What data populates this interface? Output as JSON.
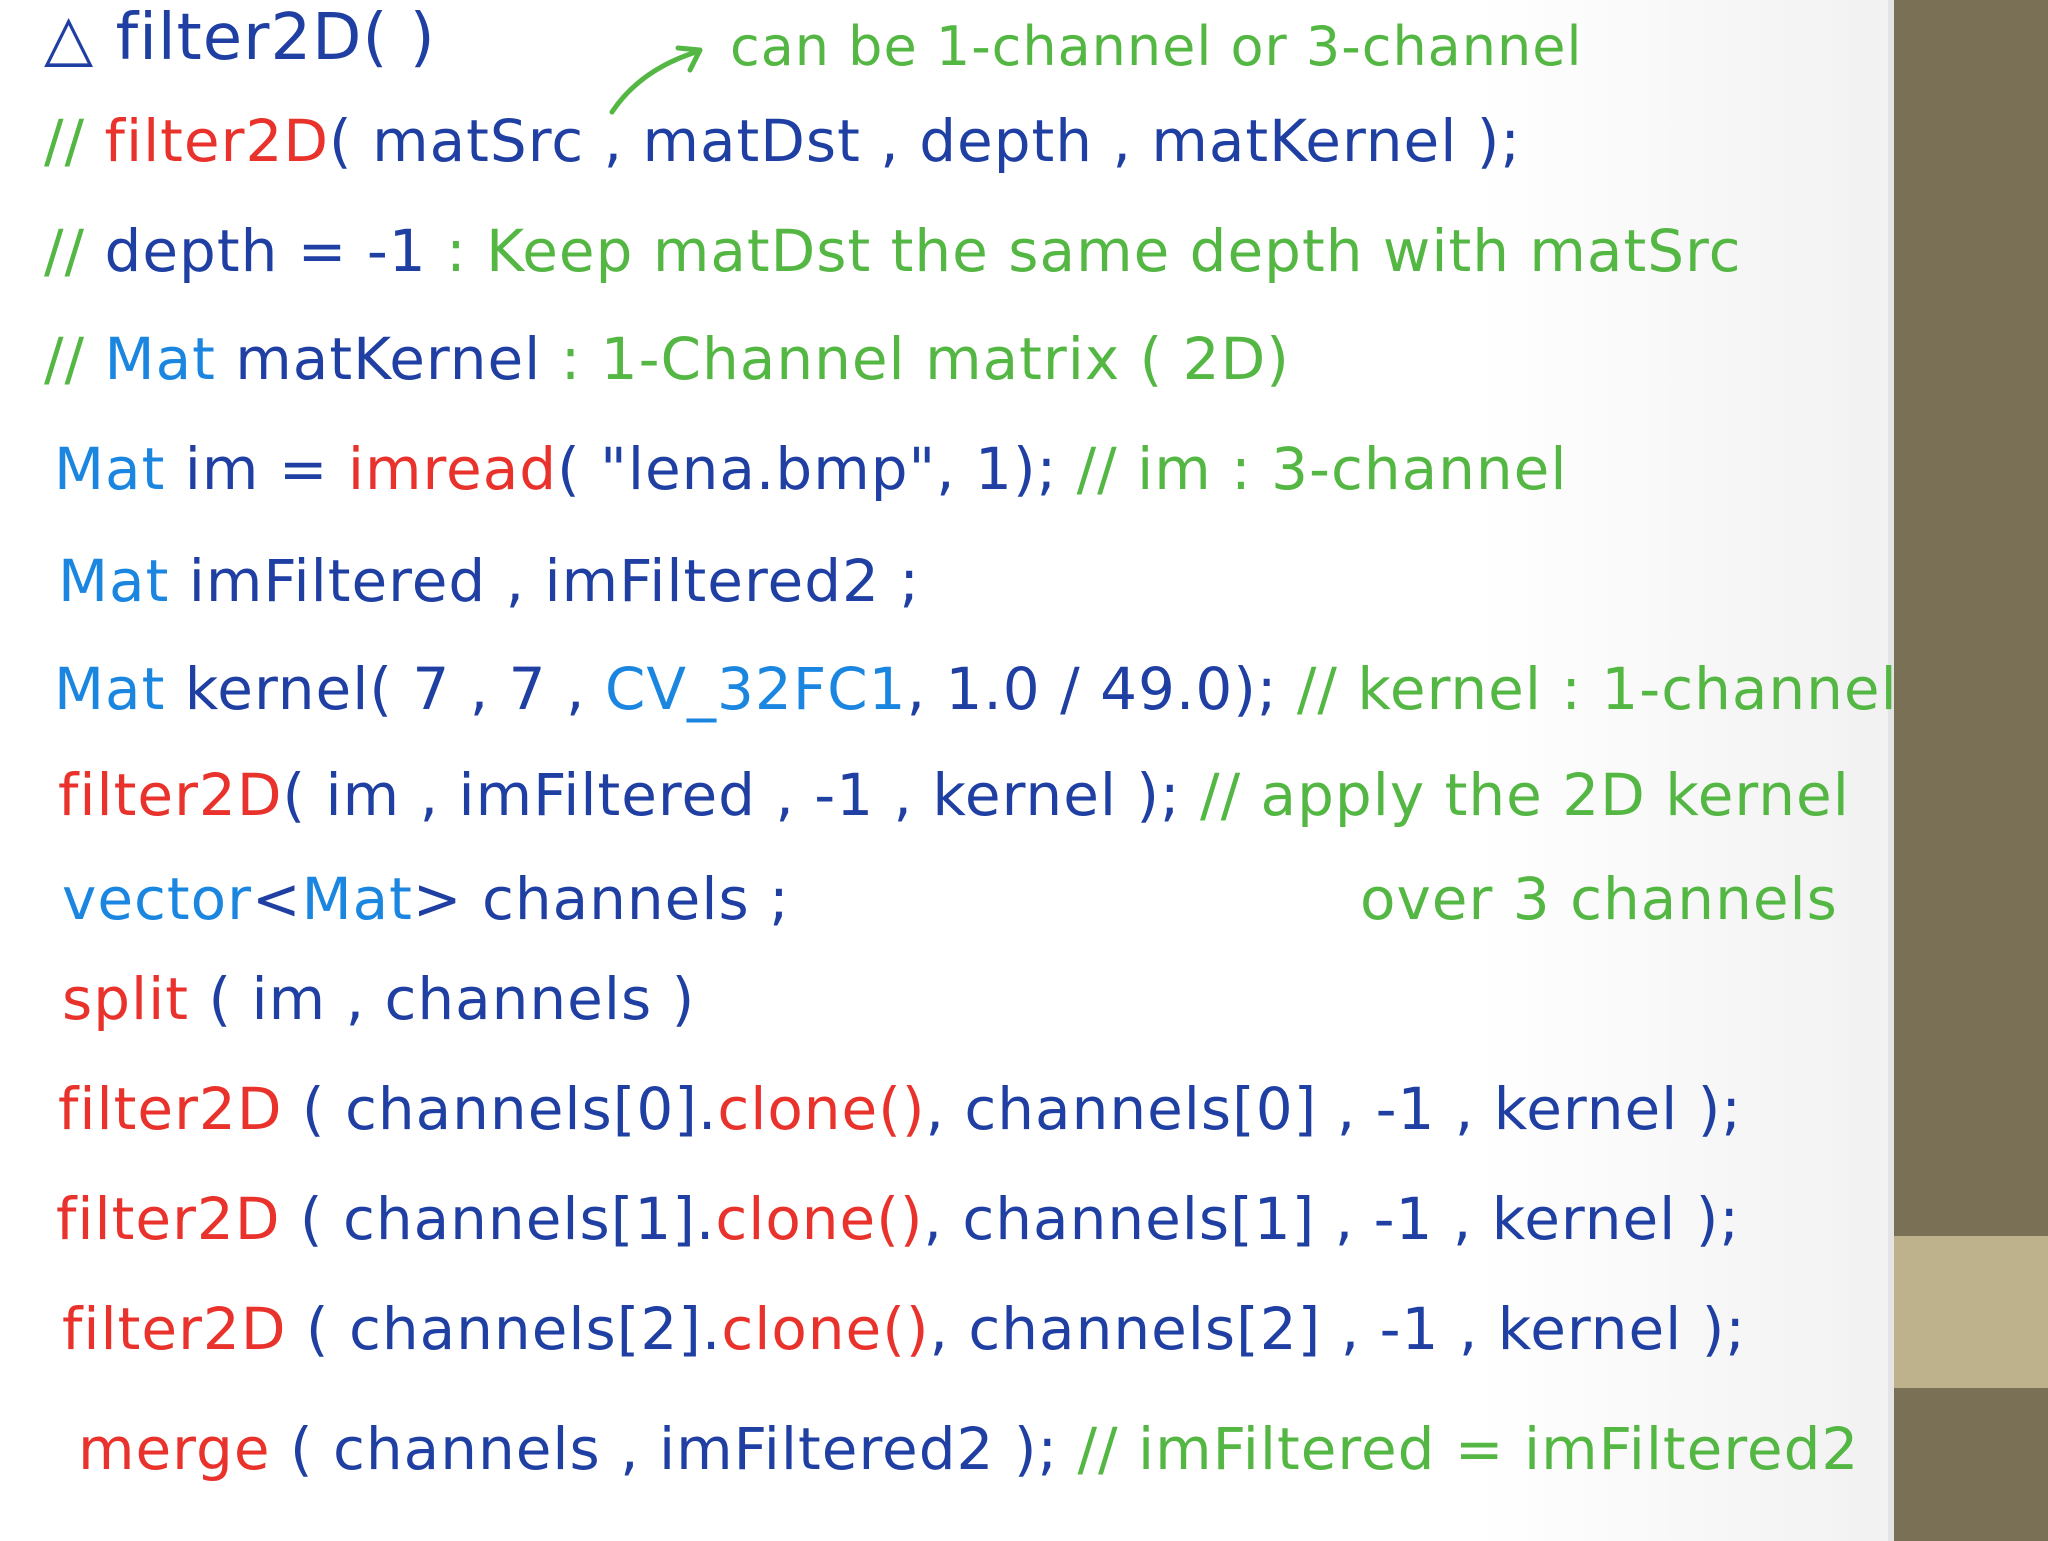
{
  "colors": {
    "blue": "#1f3fa3",
    "light_blue": "#1b86e0",
    "red": "#e8322b",
    "green": "#54b744",
    "sidebar": "#7a7055",
    "sidebar_highlight": "#bdb28c"
  },
  "icons": {
    "title_marker": "triangle-icon",
    "annotation_pointer": "curved-arrow-icon"
  },
  "title": {
    "marker": "△",
    "text": "filter2D( )"
  },
  "note_top": "can be 1-channel or 3-channel",
  "line1": {
    "comment": "//",
    "fn": "filter2D",
    "open": "( ",
    "a1": "matSrc",
    "sep1": " , ",
    "a2": "matDst",
    "sep2": " , ",
    "a3": "depth",
    "sep3": " , ",
    "a4": "matKernel",
    "close": " );"
  },
  "line2": {
    "comment": "//",
    "code": "depth = -1",
    "colon": " : ",
    "note": "Keep matDst the same depth with matSrc"
  },
  "line3": {
    "comment": "//",
    "type": "Mat",
    "name": "matKernel",
    "colon": " : ",
    "note": "1-Channel matrix ( 2D)"
  },
  "line4": {
    "type": "Mat",
    "var": "im =",
    "fn": "imread",
    "args": "( \"lena.bmp\", 1);",
    "comment": "// im : 3-channel"
  },
  "line5": {
    "type": "Mat",
    "vars": "imFiltered , imFiltered2 ;"
  },
  "line6": {
    "type": "Mat",
    "p1": "kernel( 7 , 7 , ",
    "const": "CV_32FC1",
    "p2": ", 1.0 / 49.0);",
    "comment": "// kernel : 1-channel"
  },
  "line7": {
    "fn": "filter2D",
    "args": "( im , imFiltered , -1 , kernel );",
    "comment": "// apply the 2D kernel"
  },
  "line8": {
    "kw": "vector",
    "lt": "<",
    "type": "Mat",
    "gt": ">",
    "var": "channels ;",
    "comment": "over 3 channels"
  },
  "line9": {
    "fn": "split",
    "args": "( im , channels )"
  },
  "line10": {
    "fn": "filter2D",
    "a": "( channels[0].",
    "fn2": "clone()",
    "b": ", channels[0] , -1 , kernel );"
  },
  "line11": {
    "fn": "filter2D",
    "a": "( channels[1].",
    "fn2": "clone()",
    "b": ", channels[1] , -1 , kernel );"
  },
  "line12": {
    "fn": "filter2D",
    "a": "( channels[2].",
    "fn2": "clone()",
    "b": ", channels[2] , -1 , kernel );"
  },
  "line13": {
    "fn": "merge",
    "args": "( channels , imFiltered2 );",
    "comment": "// imFiltered = imFiltered2"
  }
}
